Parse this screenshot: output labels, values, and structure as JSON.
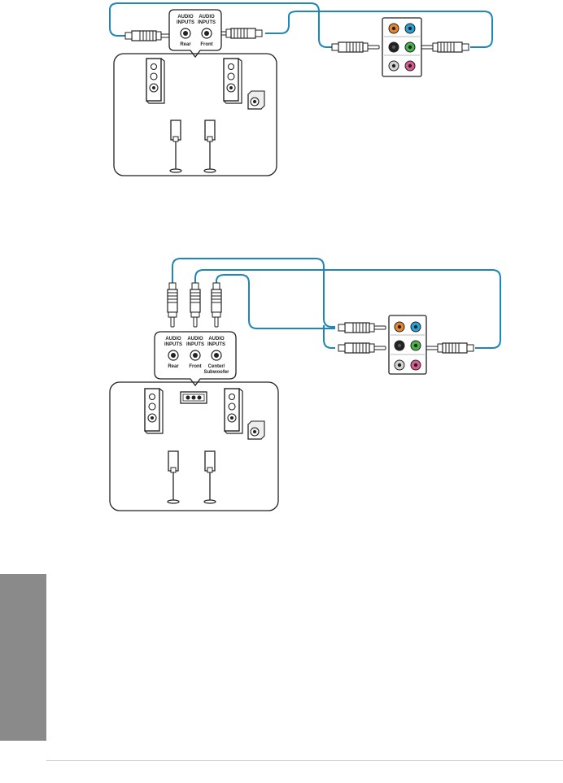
{
  "diagram_4ch": {
    "input_labels": [
      {
        "line1": "AUDIO",
        "line2": "INPUTS",
        "name": "Rear"
      },
      {
        "line1": "AUDIO",
        "line2": "INPUTS",
        "name": "Front"
      }
    ]
  },
  "diagram_6ch": {
    "input_labels": [
      {
        "line1": "AUDIO",
        "line2": "INPUTS",
        "name": "Rear"
      },
      {
        "line1": "AUDIO",
        "line2": "INPUTS",
        "name": "Front"
      },
      {
        "line1": "AUDIO",
        "line2": "INPUTS",
        "name": "Center/",
        "name2": "Subwoofer"
      }
    ]
  },
  "colors": {
    "cable": "#1f86b8",
    "jack_orange": "#e8862b",
    "jack_blue": "#28a3d9",
    "jack_black": "#222222",
    "jack_green": "#49b44a",
    "jack_gray": "#d4d4d4",
    "jack_pink": "#d95c92",
    "side_tab": "#8a8a8a"
  },
  "icons": [
    "audio-plug-icon",
    "audio-jack-icon",
    "floor-speaker-icon",
    "subwoofer-icon",
    "satellite-speaker-icon",
    "center-speaker-icon",
    "io-panel-icon"
  ]
}
